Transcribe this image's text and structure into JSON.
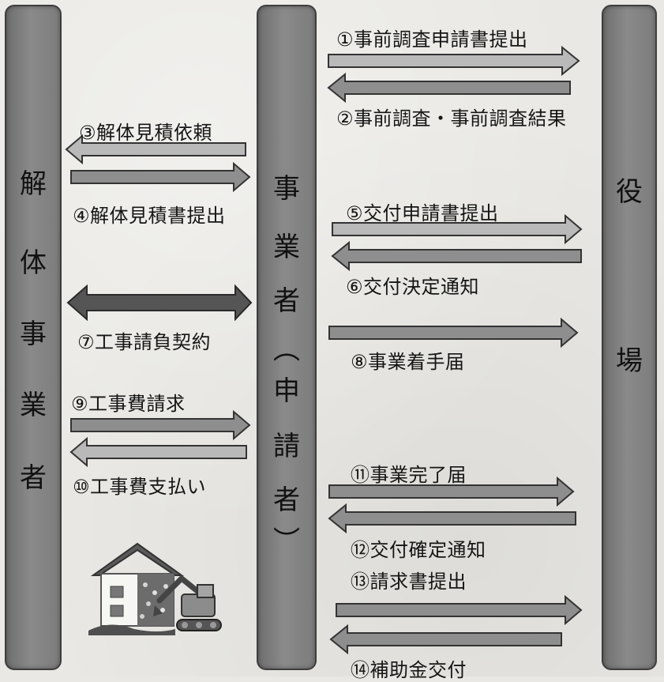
{
  "pillars": {
    "left": [
      "解",
      "体",
      "事",
      "業",
      "者"
    ],
    "middle": [
      "事",
      "業",
      "者",
      "︵",
      "申",
      "請",
      "者",
      "︶"
    ],
    "right": [
      "役",
      "場"
    ]
  },
  "flows": {
    "s1": "①事前調査申請書提出",
    "s2": "②事前調査・事前調査結果",
    "s3": "③解体見積依頼",
    "s4": "④解体見積書提出",
    "s5": "⑤交付申請書提出",
    "s6": "⑥交付決定通知",
    "s7": "⑦工事請負契約",
    "s8": "⑧事業着手届",
    "s9": "⑨工事費請求",
    "s10": "⑩工事費支払い",
    "s11": "⑪事業完了届",
    "s12": "⑫交付確定通知",
    "s13": "⑬請求書提出",
    "s14": "⑭補助金交付"
  },
  "colors": {
    "pillar": "#7c7c7c",
    "arrow_light": "#b9b9b9",
    "arrow_medium": "#8e8e8e",
    "arrow_dark": "#555555",
    "arrow_outline": "#333333"
  },
  "icons": {
    "illustration": "house-demolition-excavator"
  }
}
